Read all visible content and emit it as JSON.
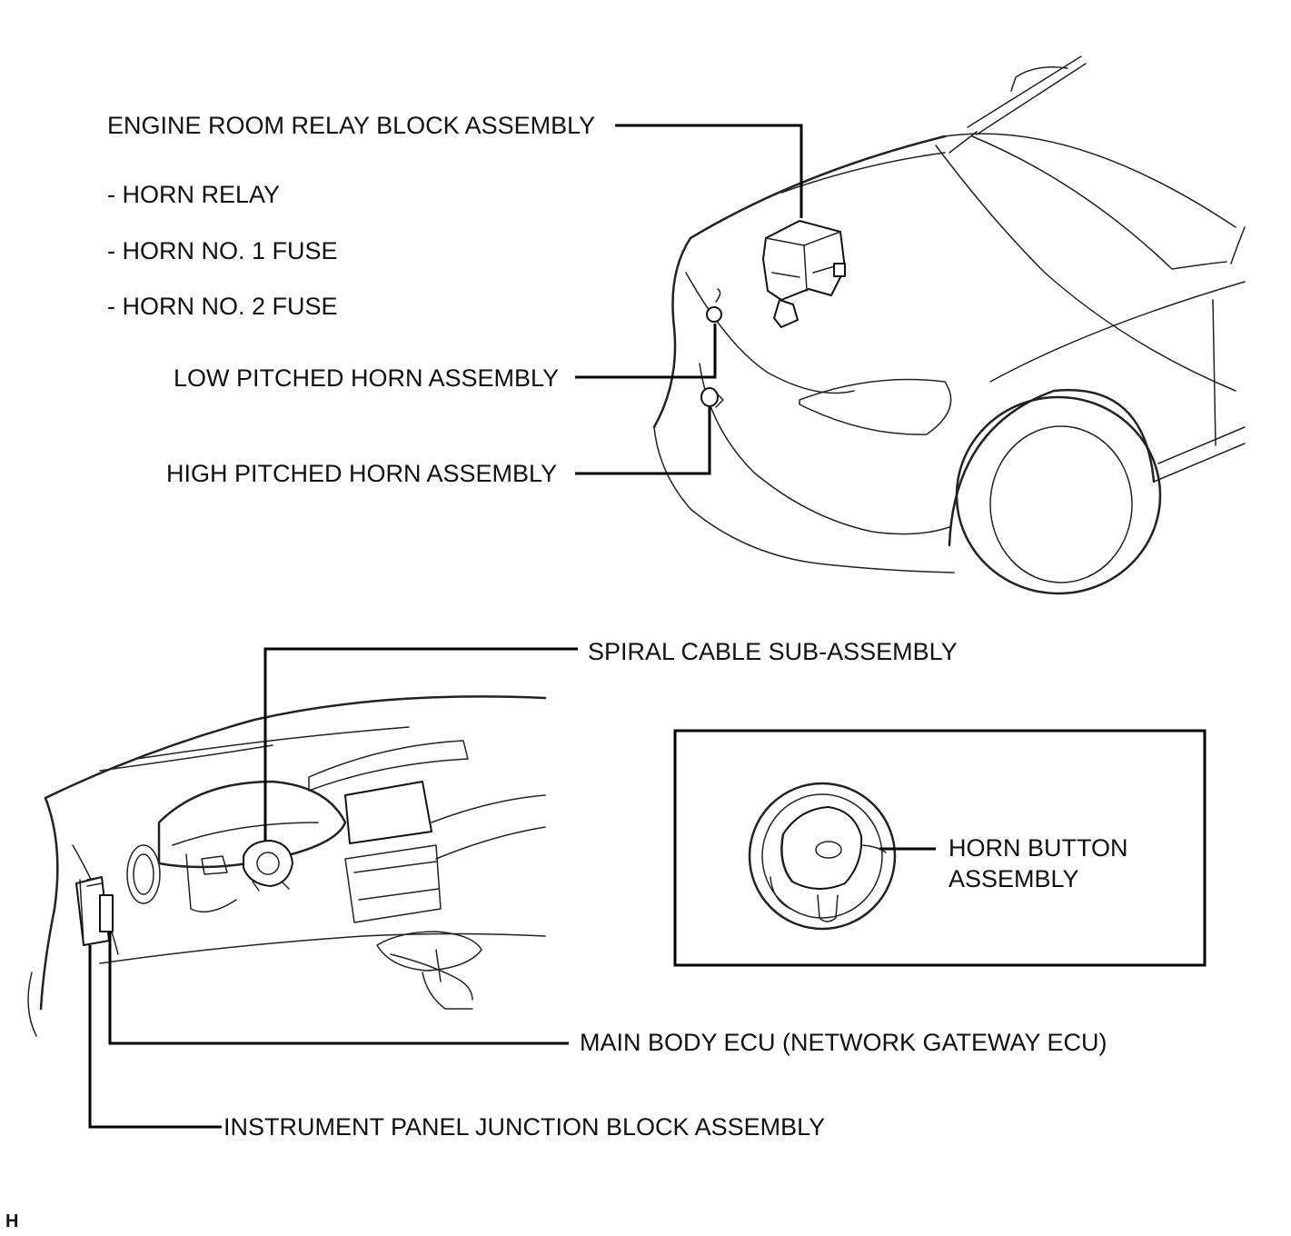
{
  "colors": {
    "ink": "#000000",
    "background": "#ffffff"
  },
  "labels": {
    "engine_room_relay_block": "ENGINE ROOM RELAY BLOCK ASSEMBLY",
    "horn_relay": "- HORN RELAY",
    "horn_no1_fuse": "- HORN NO. 1 FUSE",
    "horn_no2_fuse": "- HORN NO. 2 FUSE",
    "low_pitched_horn": "LOW PITCHED HORN ASSEMBLY",
    "high_pitched_horn": "HIGH PITCHED HORN ASSEMBLY",
    "spiral_cable": "SPIRAL CABLE SUB-ASSEMBLY",
    "horn_button_line1": "HORN BUTTON",
    "horn_button_line2": "ASSEMBLY",
    "main_body_ecu": "MAIN BODY ECU (NETWORK GATEWAY ECU)",
    "instrument_panel_jb": "INSTRUMENT PANEL JUNCTION BLOCK ASSEMBLY",
    "corner_mark": "H"
  },
  "illustrations": {
    "vehicle_front": "car-front-illustration",
    "dashboard": "dashboard-illustration",
    "steering_wheel": "steering-wheel-illustration"
  }
}
